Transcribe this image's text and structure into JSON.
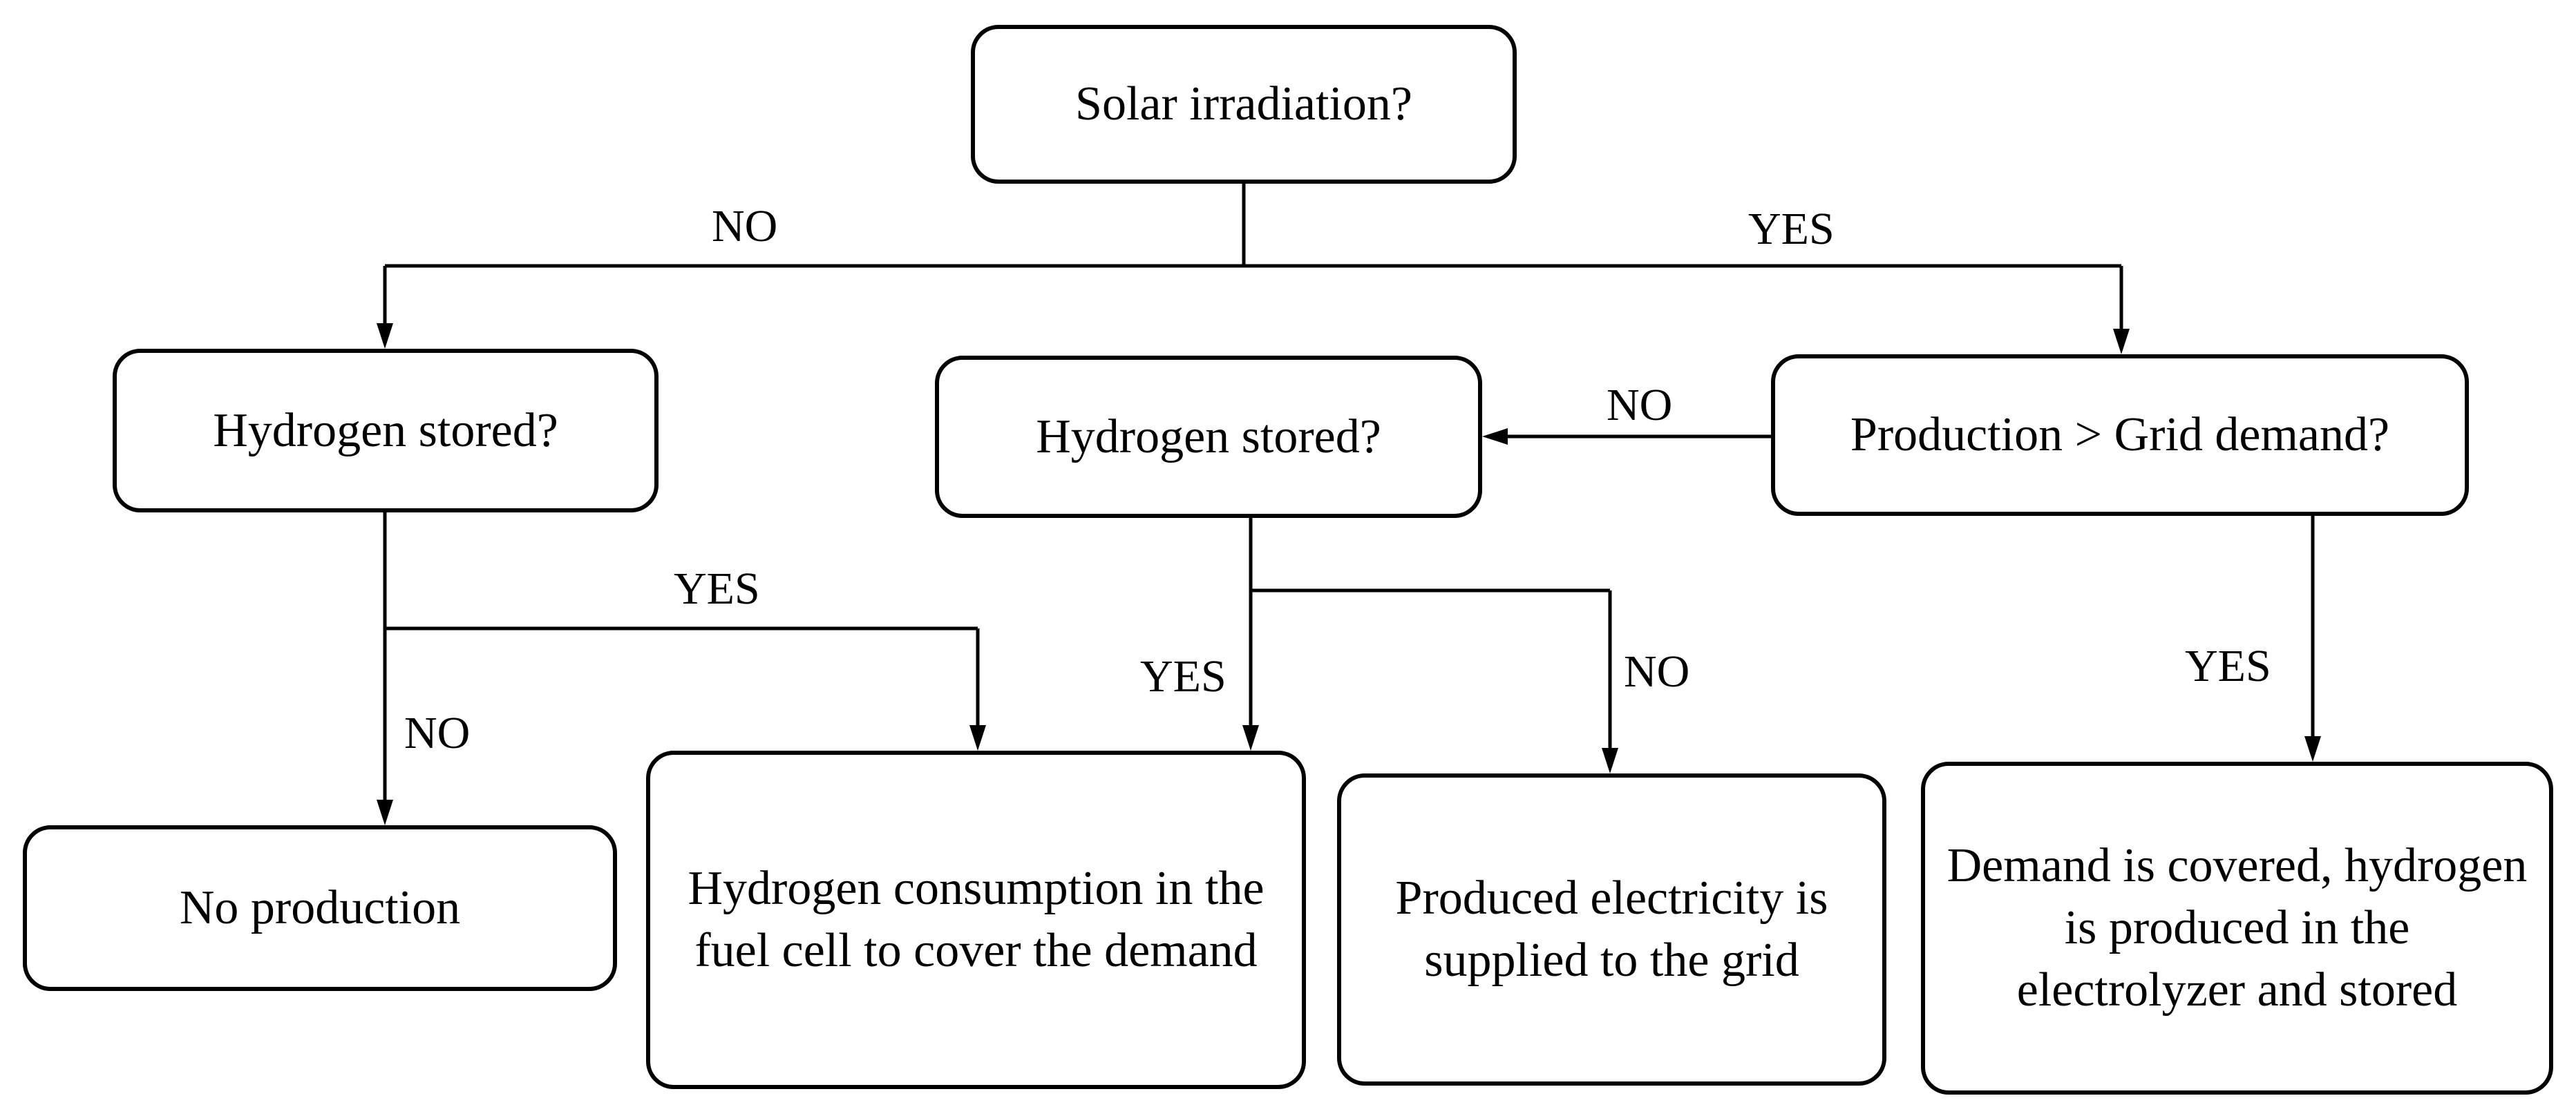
{
  "nodes": {
    "solar_irradiation": "Solar irradiation?",
    "hydrogen_stored_left": "Hydrogen stored?",
    "hydrogen_stored_middle": "Hydrogen stored?",
    "production_vs_demand": "Production > Grid demand?",
    "no_production": "No production",
    "fuel_cell_consumption": "Hydrogen consumption in the fuel cell to cover the demand",
    "electricity_to_grid": "Produced electricity is supplied to the grid",
    "demand_covered_stored": "Demand is covered, hydrogen is produced in the electrolyzer and stored"
  },
  "edges": {
    "solar_no": "NO",
    "solar_yes": "YES",
    "production_no": "NO",
    "left_yes": "YES",
    "left_no": "NO",
    "middle_yes": "YES",
    "middle_no": "NO",
    "production_yes": "YES"
  }
}
